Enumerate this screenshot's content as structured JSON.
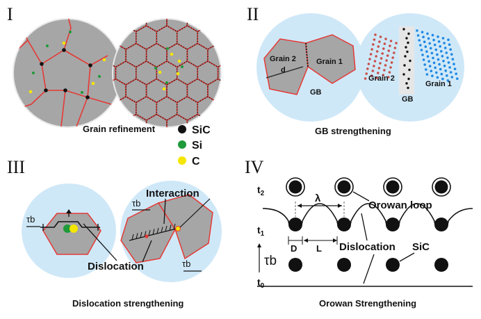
{
  "panels": {
    "p1": {
      "roman": "I",
      "caption": "Grain refinement",
      "legend": [
        {
          "label": "SiC",
          "color": "#111111"
        },
        {
          "label": "Si",
          "color": "#1f9a3a"
        },
        {
          "label": "C",
          "color": "#f5e600"
        }
      ]
    },
    "p2": {
      "roman": "II",
      "caption": "GB strengthening",
      "left": {
        "grain2": "Grain 2",
        "grain1": "Grain 1",
        "d": "d",
        "gb": "GB"
      },
      "right": {
        "grain2": "Grain 2",
        "grain1": "Grain 1",
        "gb": "GB"
      }
    },
    "p3": {
      "roman": "III",
      "caption": "Dislocation strengthening",
      "tau_b": "τb",
      "interaction": "Interaction",
      "dislocation": "Dislocation"
    },
    "p4": {
      "roman": "IV",
      "caption": "Orowan Strengthening",
      "t2": "t",
      "t2_sub": "2",
      "t1": "t",
      "t1_sub": "1",
      "t0": "t",
      "t0_sub": "0",
      "lambda": "λ",
      "orowan_loop": "Orowan loop",
      "D": "D",
      "L": "L",
      "dislocation": "Dislocation",
      "sic": "SiC",
      "tau_b": "τb"
    }
  },
  "colors": {
    "grain_fill": "#a6a6a6",
    "grain_border": "#e53935",
    "bubble": "#cfe8f8",
    "sic": "#111111",
    "si": "#1f9a3a",
    "c": "#f5e600",
    "atom_red": "#c8504a",
    "atom_blue": "#1e88e5"
  }
}
